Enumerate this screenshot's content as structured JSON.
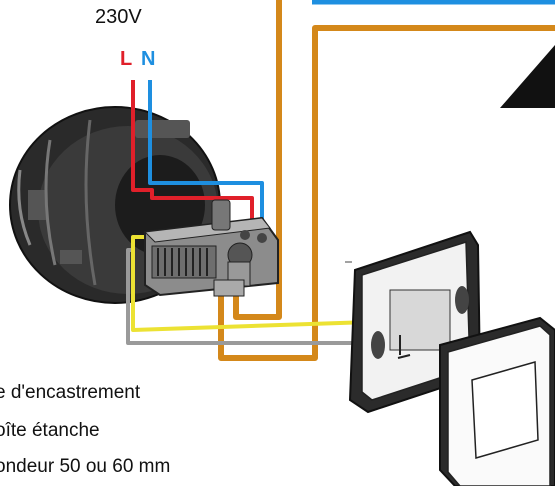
{
  "labels": {
    "voltage": "230V",
    "line": "L",
    "neutral": "N"
  },
  "notes": [
    "e d'encastrement",
    "oîte étanche",
    "ondeur 50 ou 60 mm"
  ],
  "colors": {
    "live_wire": "#e0202a",
    "neutral_wire": "#1e8fe0",
    "control_wire": "#d4881a",
    "yellow_wire": "#ece233",
    "grey_wire": "#9a9a9a"
  }
}
